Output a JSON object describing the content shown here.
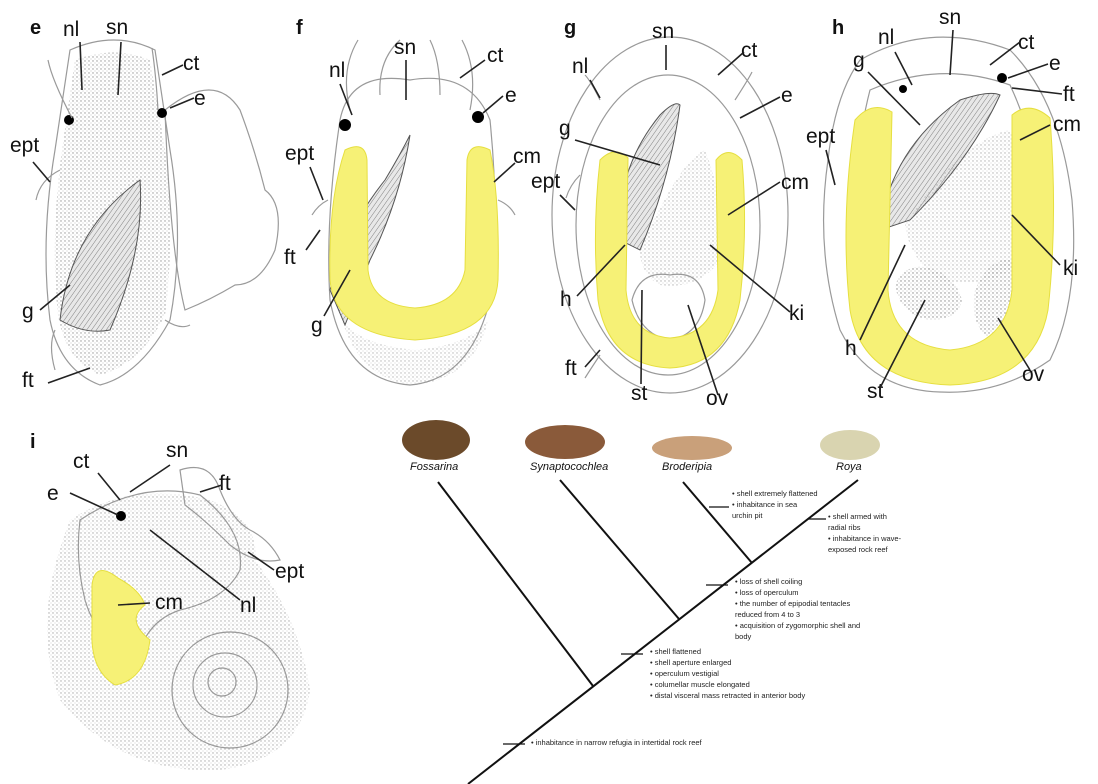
{
  "panels": {
    "e": {
      "letter": "e",
      "labels": [
        "nl",
        "sn",
        "ct",
        "e",
        "ept",
        "g",
        "ft"
      ]
    },
    "f": {
      "letter": "f",
      "labels": [
        "nl",
        "sn",
        "ct",
        "e",
        "ept",
        "cm",
        "ft",
        "g"
      ]
    },
    "g": {
      "letter": "g",
      "labels": [
        "nl",
        "sn",
        "ct",
        "e",
        "g",
        "ept",
        "cm",
        "h",
        "ki",
        "ft",
        "st",
        "ov"
      ]
    },
    "h": {
      "letter": "h",
      "labels": [
        "nl",
        "sn",
        "ct",
        "e",
        "g",
        "ft",
        "ept",
        "cm",
        "ki",
        "h",
        "st",
        "ov"
      ]
    },
    "i": {
      "letter": "i",
      "labels": [
        "ct",
        "sn",
        "ft",
        "e",
        "ept",
        "cm",
        "nl"
      ]
    }
  },
  "phylogeny": {
    "taxa": [
      "Fossarina",
      "Synaptocochlea",
      "Broderipia",
      "Roya"
    ],
    "shell_colors": [
      "#6b4a2a",
      "#8a5a3a",
      "#c9a07a",
      "#d9d4b0"
    ],
    "traits": {
      "t1": [
        "• shell extremely flattened",
        "• inhabitance in sea",
        "  urchin pit"
      ],
      "t2": [
        "• shell armed  with",
        "  radial ribs",
        "• inhabitance in wave-",
        "  exposed rock reef"
      ],
      "t3": [
        "• loss of shell coiling",
        "• loss of operculum",
        "• the number of epipodial tentacles",
        "  reduced from 4 to 3",
        "• acquisition of zygomorphic shell and",
        "  body"
      ],
      "t4": [
        "• shell flattened",
        "• shell aperture enlarged",
        "• operculum vestigial",
        "• columellar muscle elongated",
        "• distal visceral mass retracted in anterior body"
      ],
      "t5": [
        "• inhabitance in narrow refugia in intertidal rock reef"
      ]
    }
  }
}
